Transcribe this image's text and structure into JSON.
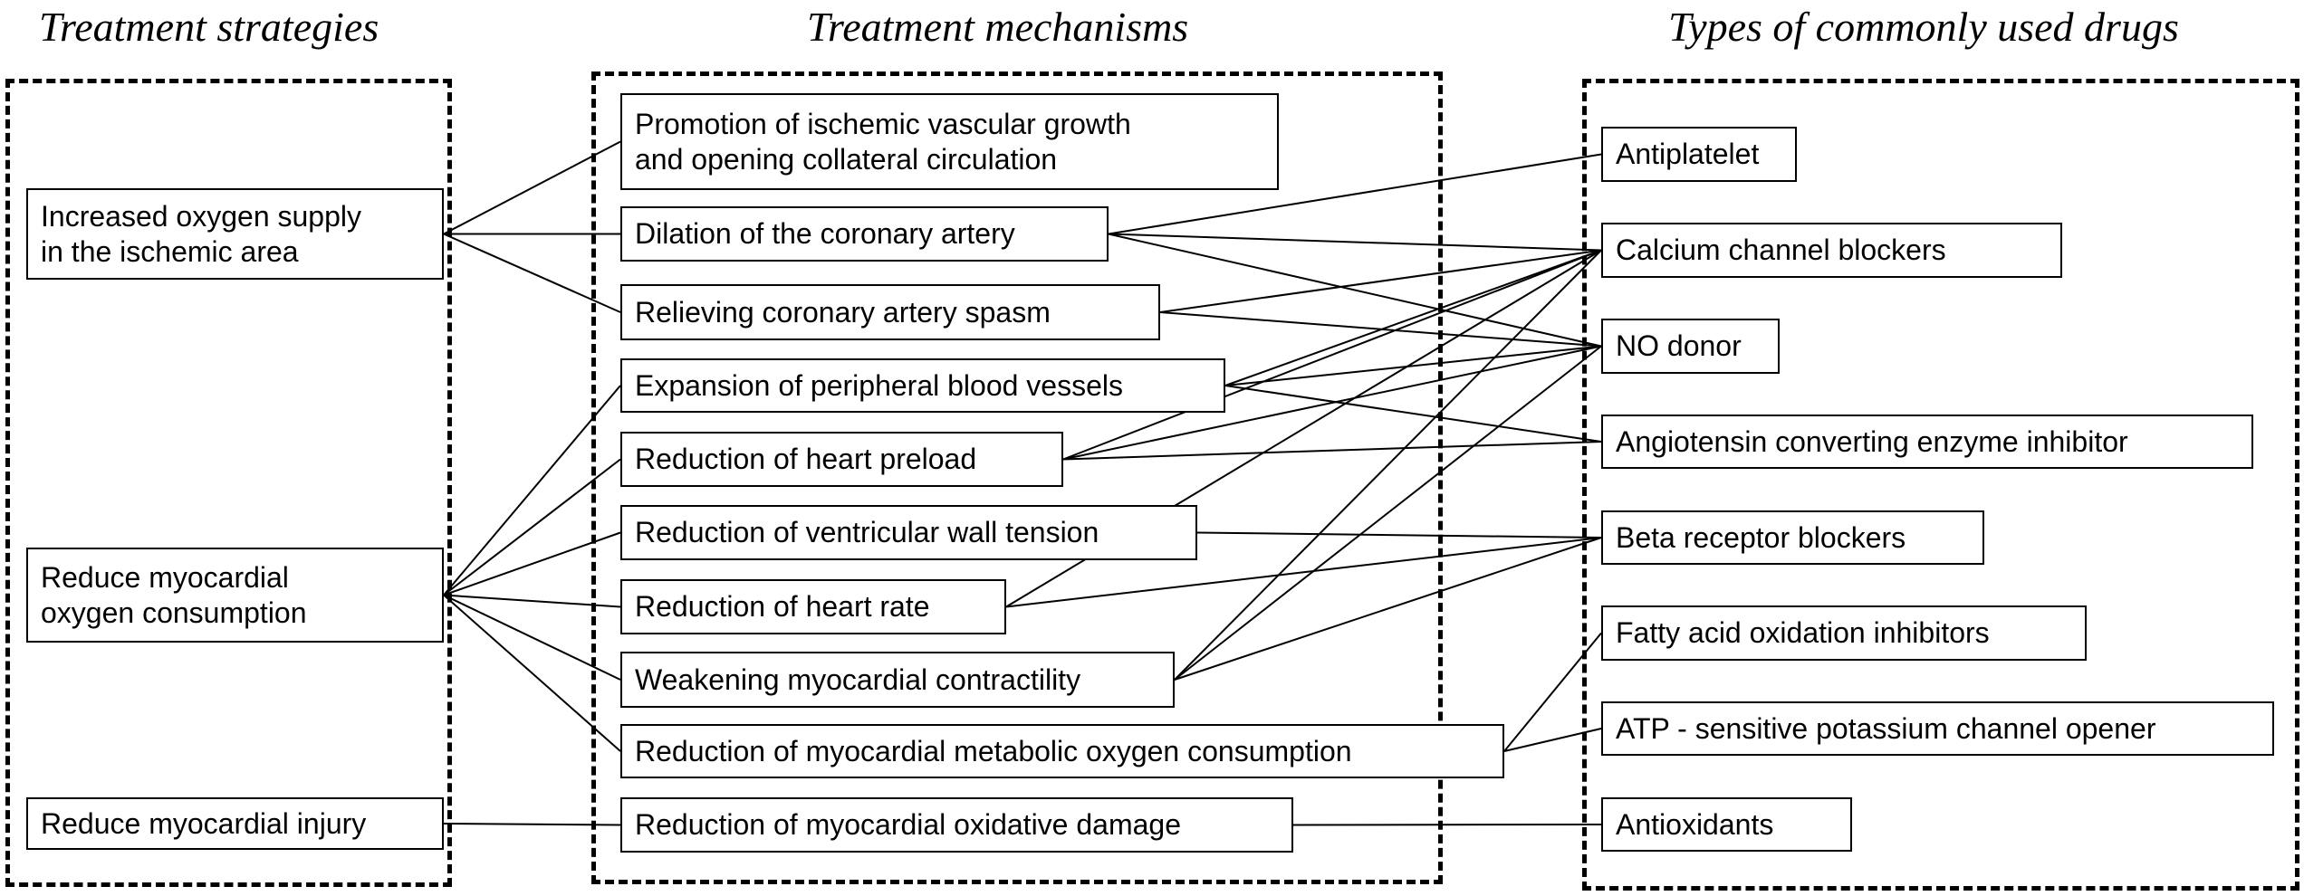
{
  "columns": {
    "strategies": "Treatment strategies",
    "mechanisms": "Treatment mechanisms",
    "drugs": "Types of commonly used drugs"
  },
  "strategies": [
    {
      "id": "s1",
      "label": "Increased oxygen supply\nin the ischemic area"
    },
    {
      "id": "s2",
      "label": "Reduce myocardial\noxygen consumption"
    },
    {
      "id": "s3",
      "label": "Reduce myocardial injury"
    }
  ],
  "mechanisms": [
    {
      "id": "m1",
      "label": "Promotion of ischemic vascular growth\nand opening collateral circulation"
    },
    {
      "id": "m2",
      "label": "Dilation of the coronary artery"
    },
    {
      "id": "m3",
      "label": "Relieving coronary artery spasm"
    },
    {
      "id": "m4",
      "label": "Expansion of peripheral blood vessels"
    },
    {
      "id": "m5",
      "label": "Reduction of heart preload"
    },
    {
      "id": "m6",
      "label": "Reduction of ventricular wall tension"
    },
    {
      "id": "m7",
      "label": "Reduction of  heart rate"
    },
    {
      "id": "m8",
      "label": "Weakening myocardial contractility"
    },
    {
      "id": "m9",
      "label": "Reduction of myocardial metabolic oxygen consumption"
    },
    {
      "id": "m10",
      "label": "Reduction of myocardial oxidative damage"
    }
  ],
  "drugs": [
    {
      "id": "d1",
      "label": "Antiplatelet"
    },
    {
      "id": "d2",
      "label": "Calcium channel blockers"
    },
    {
      "id": "d3",
      "label": "NO donor"
    },
    {
      "id": "d4",
      "label": "Angiotensin converting enzyme inhibitor"
    },
    {
      "id": "d5",
      "label": "Beta receptor blockers"
    },
    {
      "id": "d6",
      "label": "Fatty acid oxidation inhibitors"
    },
    {
      "id": "d7",
      "label": "ATP - sensitive potassium channel opener"
    },
    {
      "id": "d8",
      "label": "Antioxidants"
    }
  ],
  "edges": [
    [
      "s1",
      "m1"
    ],
    [
      "s1",
      "m2"
    ],
    [
      "s1",
      "m3"
    ],
    [
      "s2",
      "m4"
    ],
    [
      "s2",
      "m5"
    ],
    [
      "s2",
      "m6"
    ],
    [
      "s2",
      "m7"
    ],
    [
      "s2",
      "m8"
    ],
    [
      "s2",
      "m9"
    ],
    [
      "s3",
      "m10"
    ],
    [
      "m2",
      "d1"
    ],
    [
      "m2",
      "d2"
    ],
    [
      "m2",
      "d3"
    ],
    [
      "m3",
      "d2"
    ],
    [
      "m3",
      "d3"
    ],
    [
      "m4",
      "d2"
    ],
    [
      "m4",
      "d3"
    ],
    [
      "m4",
      "d4"
    ],
    [
      "m5",
      "d2"
    ],
    [
      "m5",
      "d3"
    ],
    [
      "m5",
      "d4"
    ],
    [
      "m6",
      "d5"
    ],
    [
      "m7",
      "d2"
    ],
    [
      "m7",
      "d5"
    ],
    [
      "m8",
      "d2"
    ],
    [
      "m8",
      "d3"
    ],
    [
      "m8",
      "d5"
    ],
    [
      "m9",
      "d6"
    ],
    [
      "m9",
      "d7"
    ],
    [
      "m10",
      "d8"
    ]
  ]
}
